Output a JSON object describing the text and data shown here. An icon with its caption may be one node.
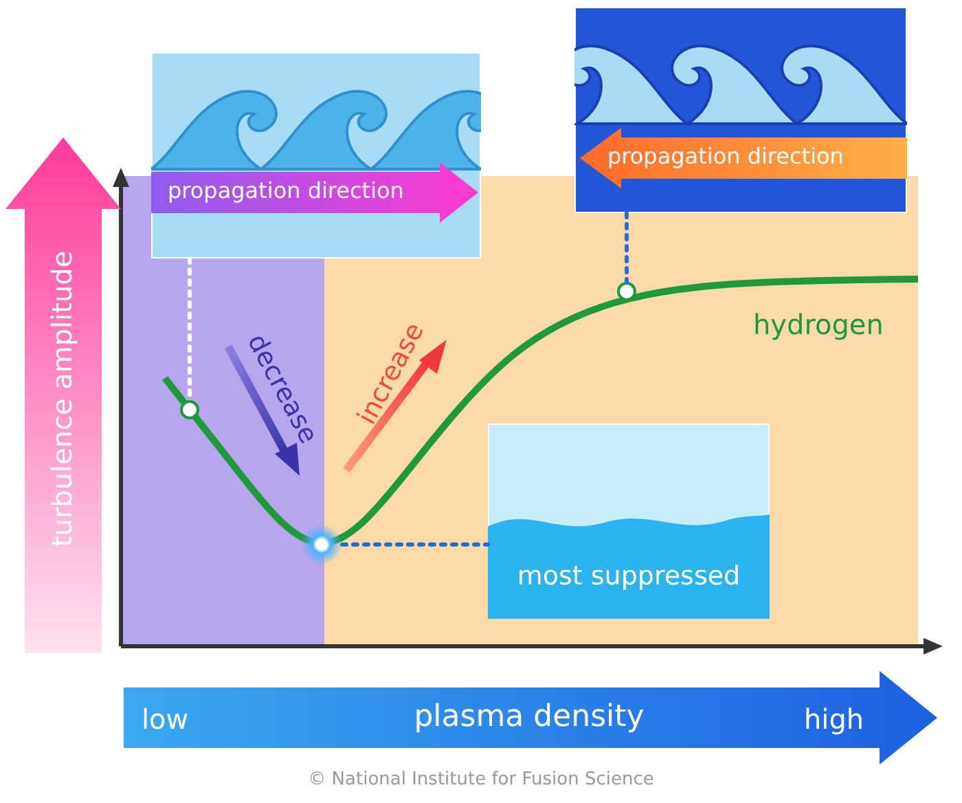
{
  "diagram": {
    "nodes": [
      {
        "text": [
          "propagation direction"
        ]
      },
      {
        "text": [
          "propagation direction"
        ]
      },
      {
        "text": [
          "most suppressed"
        ]
      },
      {
        "text": [],
        "shape": "circle"
      },
      {
        "text": [],
        "shape": "circle"
      },
      {
        "text": [],
        "shape": "circle"
      }
    ],
    "edges": [
      {
        "from": 0,
        "to": 3,
        "arrow": "none",
        "style": "dashed",
        "color": "#ffffff"
      },
      {
        "from": 1,
        "to": 4,
        "arrow": "none",
        "style": "dashed"
      },
      {
        "from": 5,
        "to": 2,
        "arrow": "none",
        "style": "dashed"
      }
    ],
    "labels": [
      "turbulence amplitude",
      "decrease",
      "increase",
      "hydrogen",
      "low",
      "plasma density",
      "high",
      "© National Institute for Fusion Science"
    ]
  }
}
